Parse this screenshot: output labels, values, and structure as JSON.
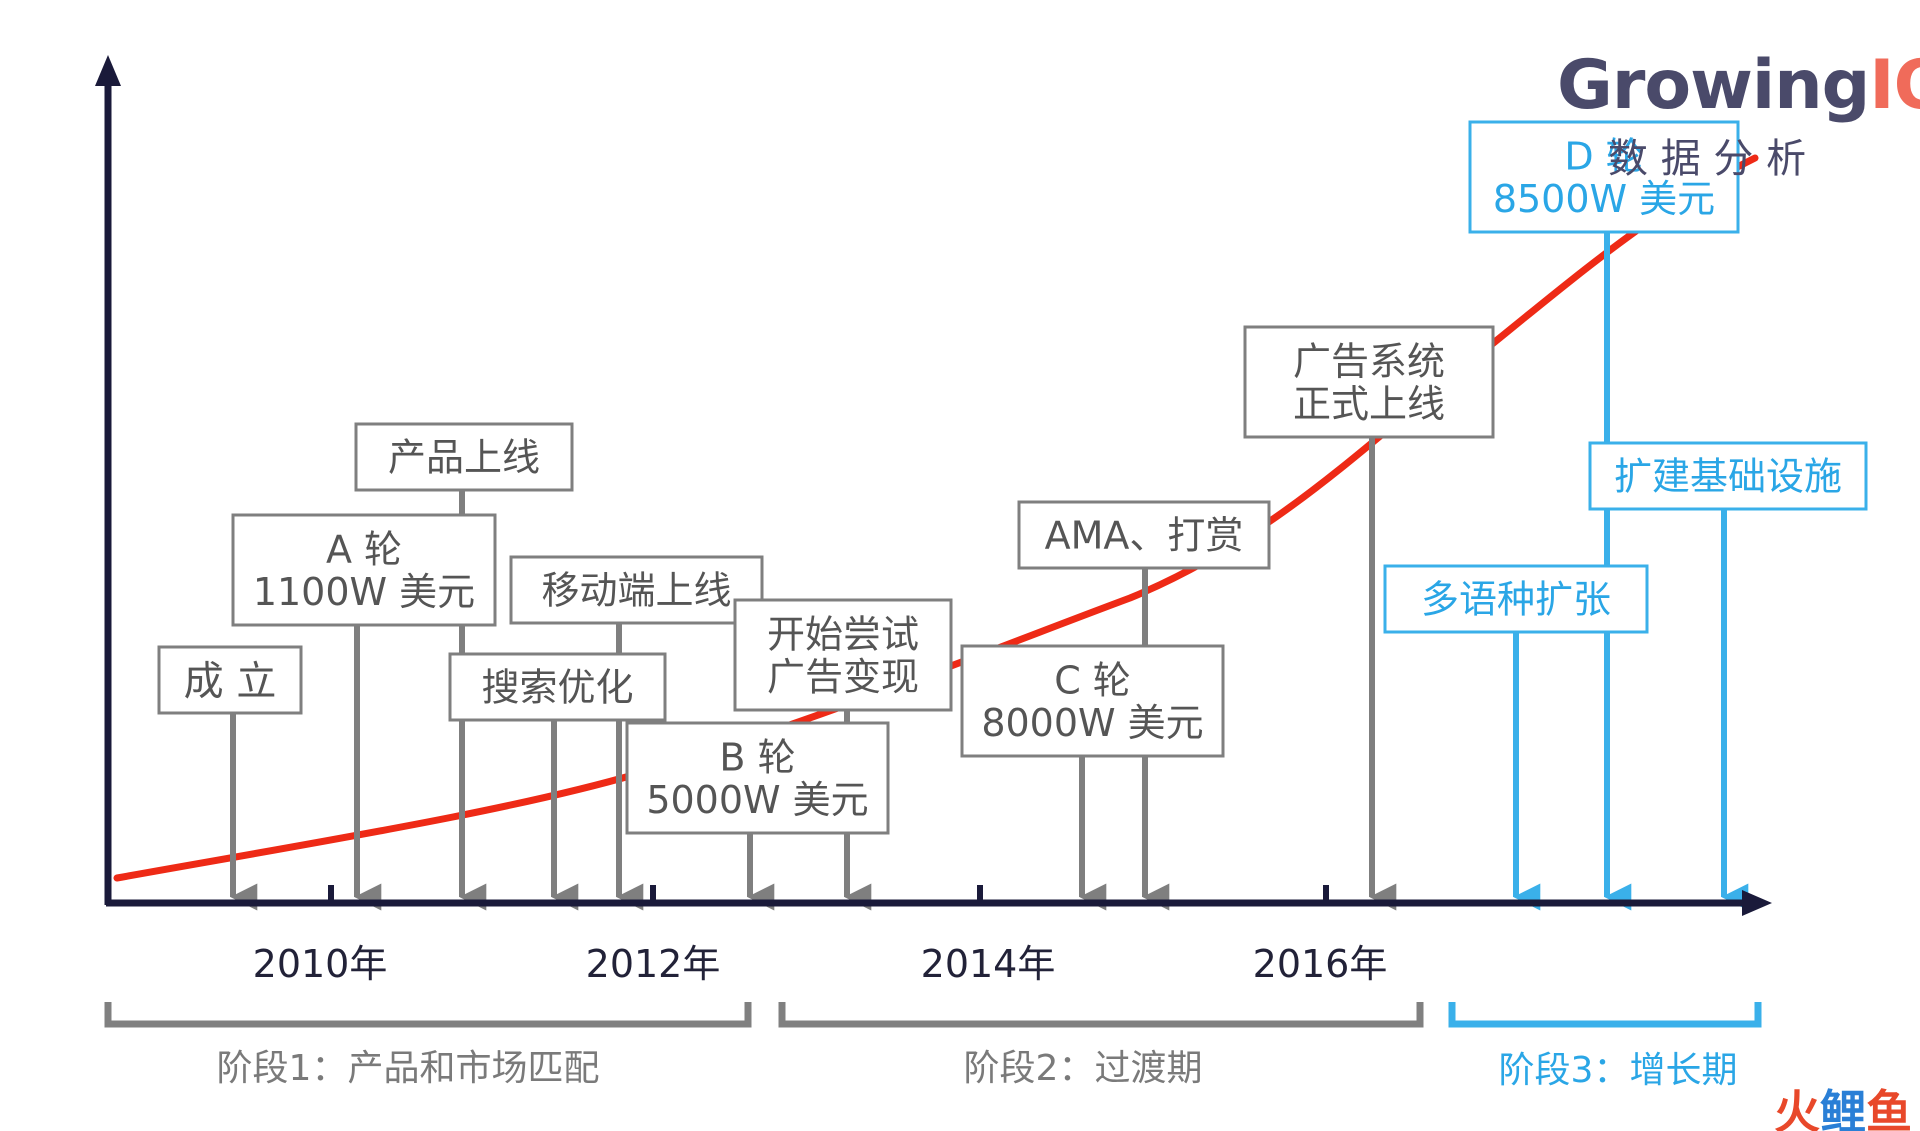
{
  "logo": {
    "name": "GrowingIO",
    "name_part1": "Growing",
    "name_part2": "IO",
    "subtitle": "数 据 分 析",
    "color_dark": "#4a4a6a",
    "color_accent": "#f06b5a"
  },
  "watermark": {
    "text_1": "火",
    "text_2": "鲤",
    "text_3": "鱼",
    "color_red": "#e8482a",
    "color_blue": "#2a7fd6"
  },
  "axis": {
    "years": [
      "2010年",
      "2012年",
      "2014年",
      "2016年"
    ],
    "color": "#1a1a3a"
  },
  "growth_curve": {
    "color": "#ee2a16"
  },
  "phases": [
    {
      "label": "阶段1：产品和市场匹配",
      "color": "#808080"
    },
    {
      "label": "阶段2：过渡期",
      "color": "#808080"
    },
    {
      "label": "阶段3：增长期",
      "color": "#3ab0ea"
    }
  ],
  "events": [
    {
      "id": "founded",
      "lines": [
        "成 立"
      ],
      "style": "gray"
    },
    {
      "id": "round-a",
      "lines": [
        "A 轮",
        "1100W 美元"
      ],
      "style": "gray"
    },
    {
      "id": "product-launch",
      "lines": [
        "产品上线"
      ],
      "style": "gray"
    },
    {
      "id": "search-opt",
      "lines": [
        "搜索优化"
      ],
      "style": "gray"
    },
    {
      "id": "mobile-launch",
      "lines": [
        "移动端上线"
      ],
      "style": "gray"
    },
    {
      "id": "round-b",
      "lines": [
        "B 轮",
        "5000W 美元"
      ],
      "style": "gray"
    },
    {
      "id": "ad-monetize",
      "lines": [
        "开始尝试",
        "广告变现"
      ],
      "style": "gray"
    },
    {
      "id": "round-c",
      "lines": [
        "C 轮",
        "8000W 美元"
      ],
      "style": "gray"
    },
    {
      "id": "ama-reward",
      "lines": [
        "AMA、打赏"
      ],
      "style": "gray"
    },
    {
      "id": "ad-system",
      "lines": [
        "广告系统",
        "正式上线"
      ],
      "style": "gray"
    },
    {
      "id": "multi-lang",
      "lines": [
        "多语种扩张"
      ],
      "style": "blue"
    },
    {
      "id": "round-d",
      "lines": [
        "D 轮",
        "8500W 美元"
      ],
      "style": "blue"
    },
    {
      "id": "infrastructure",
      "lines": [
        "扩建基础设施"
      ],
      "style": "blue"
    }
  ],
  "colors": {
    "gray_arrow": "#7f7f7f",
    "blue_arrow": "#3ab0ea"
  }
}
